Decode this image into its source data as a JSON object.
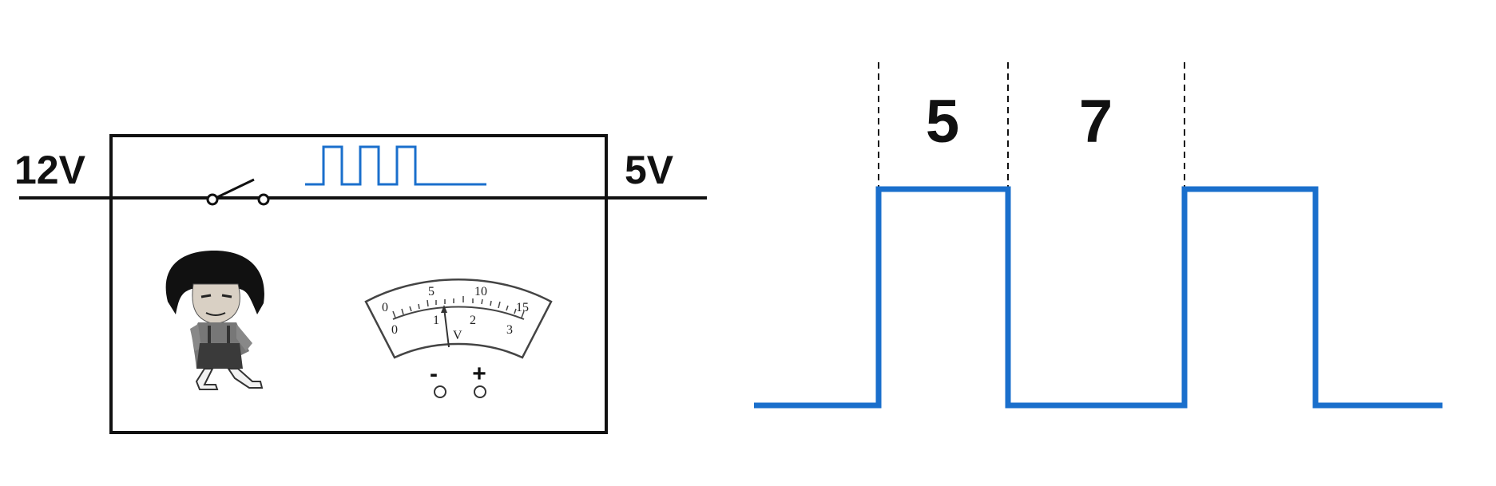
{
  "circuit": {
    "input_voltage": "12V",
    "output_voltage": "5V"
  },
  "voltmeter": {
    "upper_scale": [
      "0",
      "5",
      "10",
      "15"
    ],
    "lower_scale": [
      "0",
      "1",
      "2",
      "3"
    ],
    "unit": "V",
    "terminal_negative": "-",
    "terminal_positive": "+"
  },
  "waveform": {
    "on_duration": "5",
    "off_duration": "7"
  },
  "colors": {
    "wave": "#1a6fcc",
    "line": "#111111"
  }
}
